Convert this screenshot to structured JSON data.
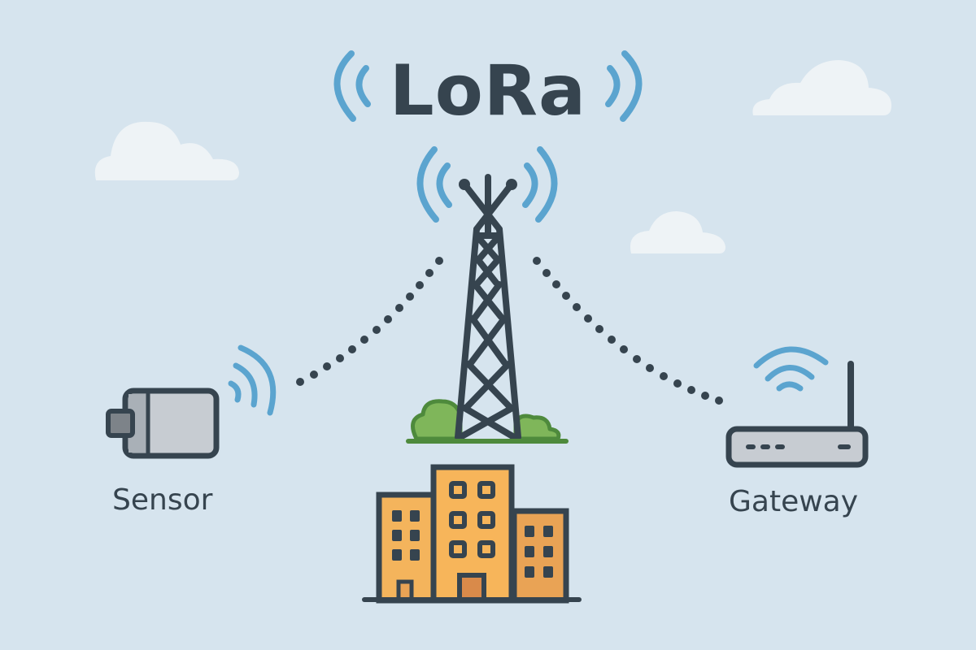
{
  "title": "LoRa",
  "nodes": {
    "sensor": {
      "label": "Sensor",
      "icon": "sensor-device-icon"
    },
    "tower": {
      "icon": "lattice-tower-icon"
    },
    "gateway": {
      "label": "Gateway",
      "icon": "router-gateway-icon"
    },
    "city": {
      "icon": "buildings-icon"
    }
  },
  "links": [
    {
      "from": "sensor",
      "to": "tower",
      "style": "dotted"
    },
    {
      "from": "tower",
      "to": "gateway",
      "style": "dotted"
    }
  ],
  "colors": {
    "background": "#d6e4ee",
    "signal": "#5ba4cf",
    "outline": "#36444f",
    "building": "#f4b45c",
    "building_dark": "#e9a355",
    "bush": "#7fb65a",
    "cloud": "#eef3f6"
  }
}
